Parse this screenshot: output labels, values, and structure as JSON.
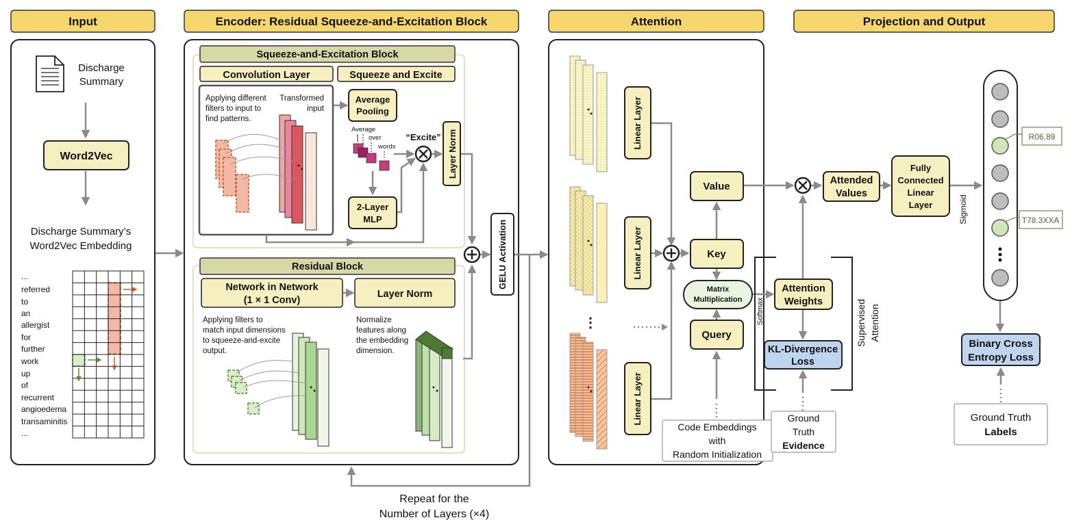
{
  "headers": {
    "input": "Input",
    "encoder": "Encoder: Residual Squeeze-and-Excitation Block",
    "attention": "Attention",
    "projection": "Projection and Output"
  },
  "input": {
    "doc_line1": "Discharge",
    "doc_line2": "Summary",
    "word2vec": "Word2Vec",
    "embedding_line1": "Discharge Summary’s",
    "embedding_line2": "Word2Vec Embedding",
    "words": [
      "...",
      "referred",
      "to",
      "an",
      "allergist",
      "for",
      "further",
      "work",
      "up",
      "of",
      "recurrent",
      "angioedema",
      "transaminitis",
      "..."
    ]
  },
  "encoder": {
    "se_block": "Squeeze-and-Excitation Block",
    "conv_layer": "Convolution Layer",
    "squeeze_excite": "Squeeze and Excite",
    "conv_desc": [
      "Applying different",
      "filters to input to",
      "find patterns."
    ],
    "transformed": [
      "Transformed",
      "input"
    ],
    "avg_pool": [
      "Average",
      "Pooling"
    ],
    "avg_words": [
      "Average",
      "over",
      "words"
    ],
    "excite": "“Excite”",
    "mlp": [
      "2-Layer",
      "MLP"
    ],
    "layer_norm_vertical": "Layer Norm",
    "residual_block": "Residual Block",
    "nin": [
      "Network in Network",
      "(1 × 1 Conv)"
    ],
    "layer_norm": "Layer Norm",
    "nin_desc": [
      "Applying filters to",
      "match input dimensions",
      "to squeeze-and-excite",
      "output."
    ],
    "norm_desc": [
      "Normalize",
      "features along",
      "the embedding",
      "dimension."
    ],
    "gelu": "GELU Activation",
    "repeat": [
      "Repeat for the",
      "Number of Layers (×4)"
    ]
  },
  "attention": {
    "linear_layer": "Linear Layer",
    "ellipsis": "⋮",
    "value": "Value",
    "key": "Key",
    "query": "Query",
    "matmul": [
      "Matrix",
      "Multiplication"
    ],
    "softmax": "Softmax",
    "att_weights": [
      "Attention",
      "Weights"
    ],
    "kl_loss": [
      "KL-Divergence",
      "Loss"
    ],
    "supervised": [
      "Supervised",
      "Attention"
    ],
    "code_emb": [
      "Code Embeddings",
      "with",
      "Random Initialization"
    ],
    "gt_evidence": [
      "Ground",
      "Truth",
      "Evidence"
    ]
  },
  "projection": {
    "attended": [
      "Attended",
      "Values"
    ],
    "fc": [
      "Fully",
      "Connected",
      "Linear",
      "Layer"
    ],
    "sigmoid": "Sigmoid",
    "label1": "R06.89",
    "label2": "T78.3XXA",
    "bce": [
      "Binary Cross",
      "Entropy Loss"
    ],
    "gt_labels": [
      "Ground Truth",
      "Labels"
    ]
  },
  "colors": {
    "header": "#F5D76E",
    "cream_box": "#F6EFC0",
    "olive_bar": "#D8D7A8",
    "loss_blue": "#BFD4EE",
    "neuron_green": "#CFE7B8",
    "neuron_gray": "#BDBDBD"
  }
}
